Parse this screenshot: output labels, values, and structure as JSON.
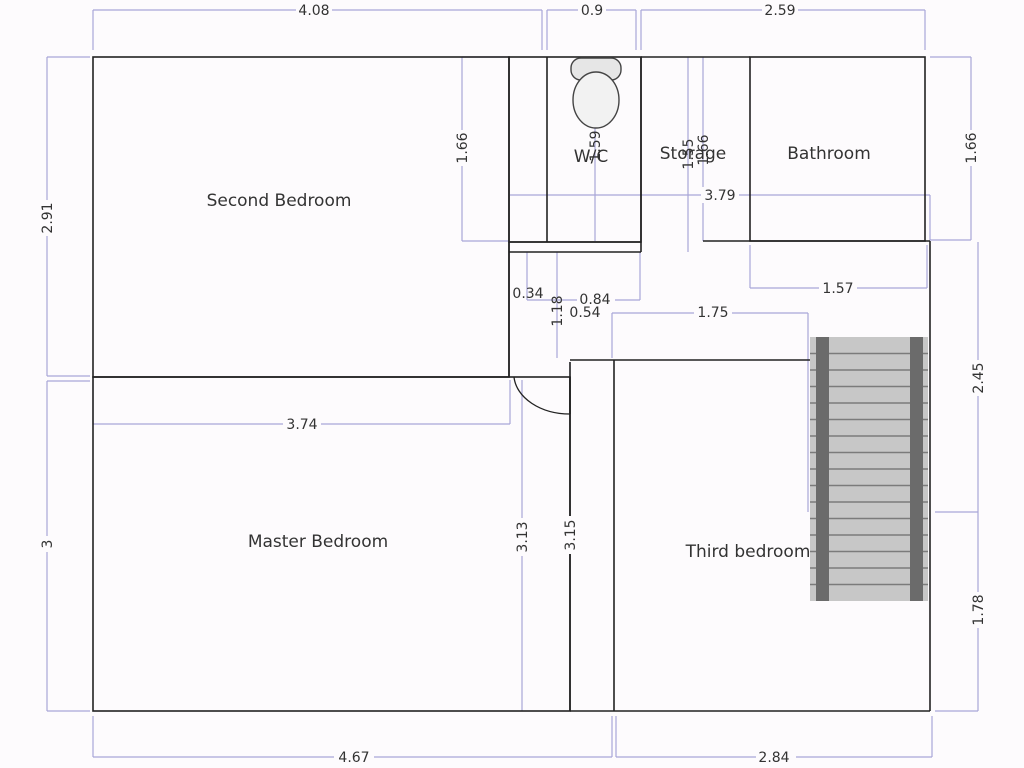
{
  "rooms": {
    "second_bedroom": "Second Bedroom",
    "wc": "W/C",
    "storage": "Storage",
    "bathroom": "Bathroom",
    "master_bedroom": "Master Bedroom",
    "third_bedroom": "Third bedroom"
  },
  "dimensions": {
    "top_left": "4.08",
    "top_mid": "0.9",
    "top_right": "2.59",
    "left_upper": "2.91",
    "left_lower": "3",
    "right_top": "1.66",
    "right_mid": "2.45",
    "right_bottom": "1.78",
    "bottom_left": "4.67",
    "bottom_right": "2.84",
    "second_bed_v": "1.66",
    "wc_v": "1.59",
    "storage_v1": "1.55",
    "storage_v2": "1.66",
    "hall_width": "3.79",
    "bath_width": "1.57",
    "hall_a": "0.34",
    "hall_b": "0.84",
    "hall_c": "1.18",
    "hall_d": "0.54",
    "stair_w": "1.75",
    "master_w": "3.74",
    "master_v": "3.13",
    "corridor_v": "3.15"
  },
  "colors": {
    "wall": "#222222",
    "dimension_line": "#a9a6d8",
    "stair_fill": "#c7c7c7",
    "stair_tread": "#7b7b7b",
    "stair_stringer": "#6b6b6b"
  }
}
